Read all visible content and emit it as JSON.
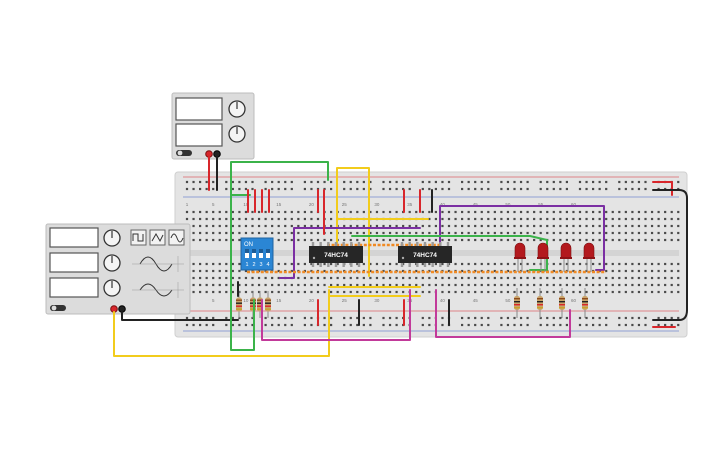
{
  "colors": {
    "breadboard": "#e4e4e4",
    "board_edge": "#cfcfcf",
    "hole": "#4a4a4a",
    "rail_red": "#d8262b",
    "rail_black": "#2a2a2a",
    "chip": "#262626",
    "dip_switch": "#2b86d4",
    "led": "#b3191e",
    "wire_green": "#3bb34a",
    "wire_yellow": "#f2cc1c",
    "wire_purple": "#7b2fa3",
    "wire_magenta": "#c23a9a",
    "wire_orange": "#f08a24",
    "wire_red": "#d8262b",
    "wire_black": "#222222",
    "instrument_body": "#dcdcdc",
    "display": "#ffffff"
  },
  "power_supply": {
    "knob_icon": "rotary-knob-icon",
    "plus_terminal_icon": "red-terminal-icon",
    "minus_terminal_icon": "black-terminal-icon",
    "power_switch_icon": "toggle-switch-icon"
  },
  "function_generator": {
    "knob_icon": "rotary-knob-icon",
    "waveforms": [
      {
        "name": "square",
        "icon": "square-wave-icon"
      },
      {
        "name": "triangle",
        "icon": "triangle-wave-icon"
      },
      {
        "name": "sine",
        "icon": "sine-wave-icon"
      }
    ]
  },
  "breadboard": {
    "column_labels": [
      "1",
      "5",
      "10",
      "15",
      "20",
      "25",
      "30",
      "35",
      "40",
      "45",
      "50",
      "55",
      "60"
    ]
  },
  "dip_switch": {
    "label": "ON",
    "positions": [
      "1",
      "2",
      "3",
      "4"
    ]
  },
  "chips": [
    {
      "label": "74HC74"
    },
    {
      "label": "74HC74"
    }
  ]
}
